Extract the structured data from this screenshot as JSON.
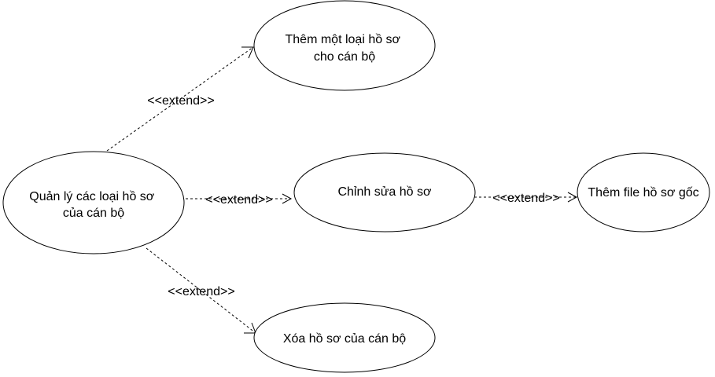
{
  "use_cases": {
    "manage": {
      "lines": [
        "Quản lý các loại hồ sơ",
        "của cán bộ"
      ]
    },
    "add_type": {
      "lines": [
        "Thêm một loại hồ sơ",
        "cho cán bộ"
      ]
    },
    "edit": {
      "lines": [
        "Chỉnh sửa hồ sơ"
      ]
    },
    "add_file": {
      "lines": [
        "Thêm file hồ sơ gốc"
      ]
    },
    "delete": {
      "lines": [
        "Xóa hồ sơ của cán bộ"
      ]
    }
  },
  "relations": {
    "manage_to_add_type": {
      "label": "<<extend>>"
    },
    "manage_to_edit": {
      "label": "<<extend>>"
    },
    "edit_to_add_file": {
      "label": "<<extend>>"
    },
    "manage_to_delete": {
      "label": "<<extend>>"
    }
  }
}
